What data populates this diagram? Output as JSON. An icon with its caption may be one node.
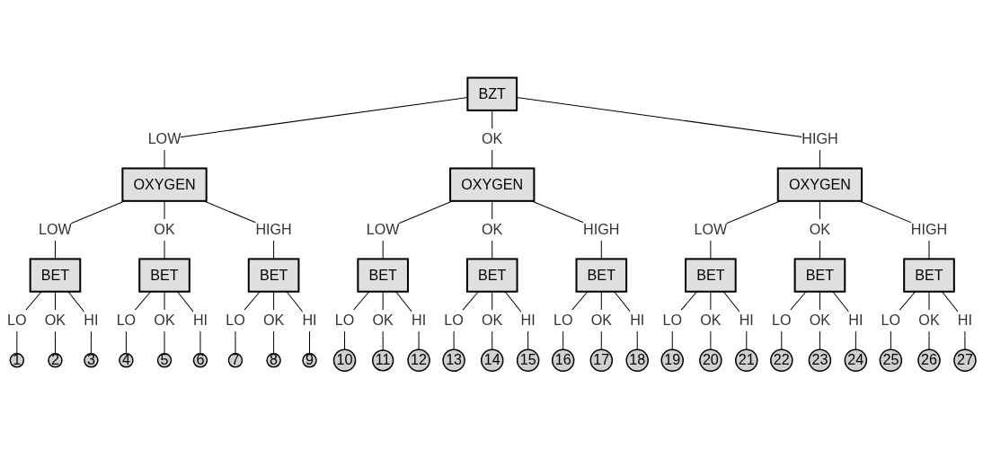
{
  "diagram": {
    "nodes": [
      {
        "text": [
          "BZT"
        ]
      },
      {
        "text": [
          "OXYGEN"
        ]
      },
      {
        "text": [
          "OXYGEN"
        ]
      },
      {
        "text": [
          "OXYGEN"
        ]
      },
      {
        "text": [
          "BET"
        ]
      },
      {
        "text": [
          "BET"
        ]
      },
      {
        "text": [
          "BET"
        ]
      },
      {
        "text": [
          "BET"
        ]
      },
      {
        "text": [
          "BET"
        ]
      },
      {
        "text": [
          "BET"
        ]
      },
      {
        "text": [
          "BET"
        ]
      },
      {
        "text": [
          "BET"
        ]
      },
      {
        "text": [
          "BET"
        ]
      },
      {
        "text": [
          "1"
        ]
      },
      {
        "text": [
          "2"
        ]
      },
      {
        "text": [
          "3"
        ]
      },
      {
        "text": [
          "4"
        ]
      },
      {
        "text": [
          "5"
        ]
      },
      {
        "text": [
          "6"
        ]
      },
      {
        "text": [
          "7"
        ]
      },
      {
        "text": [
          "8"
        ]
      },
      {
        "text": [
          "9"
        ]
      },
      {
        "text": [
          "10"
        ]
      },
      {
        "text": [
          "11"
        ]
      },
      {
        "text": [
          "12"
        ]
      },
      {
        "text": [
          "13"
        ]
      },
      {
        "text": [
          "14"
        ]
      },
      {
        "text": [
          "15"
        ]
      },
      {
        "text": [
          "16"
        ]
      },
      {
        "text": [
          "17"
        ]
      },
      {
        "text": [
          "18"
        ]
      },
      {
        "text": [
          "19"
        ]
      },
      {
        "text": [
          "20"
        ]
      },
      {
        "text": [
          "21"
        ]
      },
      {
        "text": [
          "22"
        ]
      },
      {
        "text": [
          "23"
        ]
      },
      {
        "text": [
          "24"
        ]
      },
      {
        "text": [
          "25"
        ]
      },
      {
        "text": [
          "26"
        ]
      },
      {
        "text": [
          "27"
        ]
      }
    ],
    "edges": [
      {
        "from": 0,
        "to": 1,
        "arrow": "none",
        "label": "LOW"
      },
      {
        "from": 0,
        "to": 2,
        "arrow": "none",
        "label": "OK"
      },
      {
        "from": 0,
        "to": 3,
        "arrow": "none",
        "label": "HIGH"
      },
      {
        "from": 1,
        "to": 4,
        "arrow": "none",
        "label": "LOW"
      },
      {
        "from": 1,
        "to": 5,
        "arrow": "none",
        "label": "OK"
      },
      {
        "from": 1,
        "to": 6,
        "arrow": "none",
        "label": "HIGH"
      },
      {
        "from": 2,
        "to": 7,
        "arrow": "none",
        "label": "LOW"
      },
      {
        "from": 2,
        "to": 8,
        "arrow": "none",
        "label": "OK"
      },
      {
        "from": 2,
        "to": 9,
        "arrow": "none",
        "label": "HIGH"
      },
      {
        "from": 3,
        "to": 10,
        "arrow": "none",
        "label": "LOW"
      },
      {
        "from": 3,
        "to": 11,
        "arrow": "none",
        "label": "OK"
      },
      {
        "from": 3,
        "to": 12,
        "arrow": "none",
        "label": "HIGH"
      },
      {
        "from": 4,
        "to": 13,
        "arrow": "none",
        "label": "LO"
      },
      {
        "from": 4,
        "to": 14,
        "arrow": "none",
        "label": "OK"
      },
      {
        "from": 4,
        "to": 15,
        "arrow": "none",
        "label": "HI"
      },
      {
        "from": 5,
        "to": 16,
        "arrow": "none",
        "label": "LO"
      },
      {
        "from": 5,
        "to": 17,
        "arrow": "none",
        "label": "OK"
      },
      {
        "from": 5,
        "to": 18,
        "arrow": "none",
        "label": "HI"
      },
      {
        "from": 6,
        "to": 19,
        "arrow": "none",
        "label": "LO"
      },
      {
        "from": 6,
        "to": 20,
        "arrow": "none",
        "label": "OK"
      },
      {
        "from": 6,
        "to": 21,
        "arrow": "none",
        "label": "HI"
      },
      {
        "from": 7,
        "to": 22,
        "arrow": "none",
        "label": "LO"
      },
      {
        "from": 7,
        "to": 23,
        "arrow": "none",
        "label": "OK"
      },
      {
        "from": 7,
        "to": 24,
        "arrow": "none",
        "label": "HI"
      },
      {
        "from": 8,
        "to": 25,
        "arrow": "none",
        "label": "LO"
      },
      {
        "from": 8,
        "to": 26,
        "arrow": "none",
        "label": "OK"
      },
      {
        "from": 8,
        "to": 27,
        "arrow": "none",
        "label": "HI"
      },
      {
        "from": 9,
        "to": 28,
        "arrow": "none",
        "label": "LO"
      },
      {
        "from": 9,
        "to": 29,
        "arrow": "none",
        "label": "OK"
      },
      {
        "from": 9,
        "to": 30,
        "arrow": "none",
        "label": "HI"
      },
      {
        "from": 10,
        "to": 31,
        "arrow": "none",
        "label": "LO"
      },
      {
        "from": 10,
        "to": 32,
        "arrow": "none",
        "label": "OK"
      },
      {
        "from": 10,
        "to": 33,
        "arrow": "none",
        "label": "HI"
      },
      {
        "from": 11,
        "to": 34,
        "arrow": "none",
        "label": "LO"
      },
      {
        "from": 11,
        "to": 35,
        "arrow": "none",
        "label": "OK"
      },
      {
        "from": 11,
        "to": 36,
        "arrow": "none",
        "label": "HI"
      },
      {
        "from": 12,
        "to": 37,
        "arrow": "none",
        "label": "LO"
      },
      {
        "from": 12,
        "to": 38,
        "arrow": "none",
        "label": "OK"
      },
      {
        "from": 12,
        "to": 39,
        "arrow": "none",
        "label": "HI"
      }
    ]
  }
}
